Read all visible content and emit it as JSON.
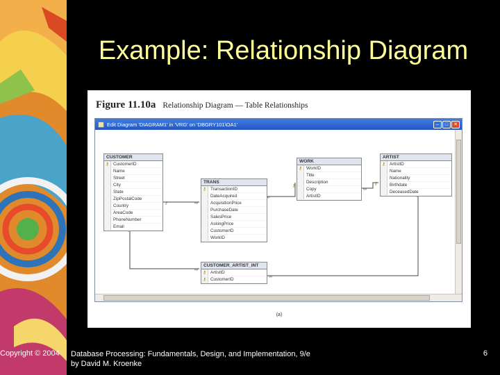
{
  "slide": {
    "title": "Example: Relationship Diagram",
    "footer_left": "Copyright © 2004",
    "footer_center_line1": "Database Processing: Fundamentals, Design, and Implementation, 9/e",
    "footer_center_line2": "by David M. Kroenke",
    "page_number": "6"
  },
  "figure": {
    "number": "Figure 11.10a",
    "description": "Relationship Diagram — Table Relationships",
    "subcaption": "(a)"
  },
  "window": {
    "title": "Edit Diagram 'DIAGRAM1' in 'VRG' on 'DBGRY101\\OA1'",
    "minimize_icon": "minimize-icon",
    "maximize_icon": "maximize-icon",
    "close_icon": "close-icon"
  },
  "tables": {
    "customer": {
      "name": "CUSTOMER",
      "key_fields": [
        "CustomerID"
      ],
      "fields": [
        "CustomerID",
        "Name",
        "Street",
        "City",
        "State",
        "ZipPostalCode",
        "Country",
        "AreaCode",
        "PhoneNumber",
        "Email"
      ]
    },
    "trans": {
      "name": "TRANS",
      "key_fields": [
        "TransactionID"
      ],
      "fields": [
        "TransactionID",
        "DateAcquired",
        "AcquisitionPrice",
        "PurchaseDate",
        "SalesPrice",
        "AskingPrice",
        "CustomerID",
        "WorkID"
      ]
    },
    "work": {
      "name": "WORK",
      "key_fields": [
        "WorkID"
      ],
      "fields": [
        "WorkID",
        "Title",
        "Description",
        "Copy",
        "ArtistID"
      ]
    },
    "artist": {
      "name": "ARTIST",
      "key_fields": [
        "ArtistID"
      ],
      "fields": [
        "ArtistID",
        "Name",
        "Nationality",
        "Birthdate",
        "DeceasedDate"
      ]
    },
    "customer_artist_int": {
      "name": "CUSTOMER_ARTIST_INT",
      "key_fields": [
        "ArtistID",
        "CustomerID"
      ],
      "fields": [
        "ArtistID",
        "CustomerID"
      ]
    }
  },
  "colors": {
    "title": "#ffff99",
    "titlebar": "#2456c4",
    "close_button": "#d9492e"
  }
}
